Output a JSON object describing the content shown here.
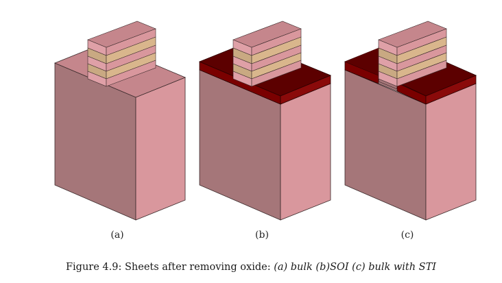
{
  "figure": {
    "panels": [
      {
        "id": "a",
        "label": "(a)"
      },
      {
        "id": "b",
        "label": "(b)"
      },
      {
        "id": "c",
        "label": "(c)"
      }
    ],
    "caption": {
      "prefix": "Figure 4.9: Sheets after removing oxide: ",
      "italic": "(a) bulk (b)SOI (c) bulk with STI"
    }
  }
}
